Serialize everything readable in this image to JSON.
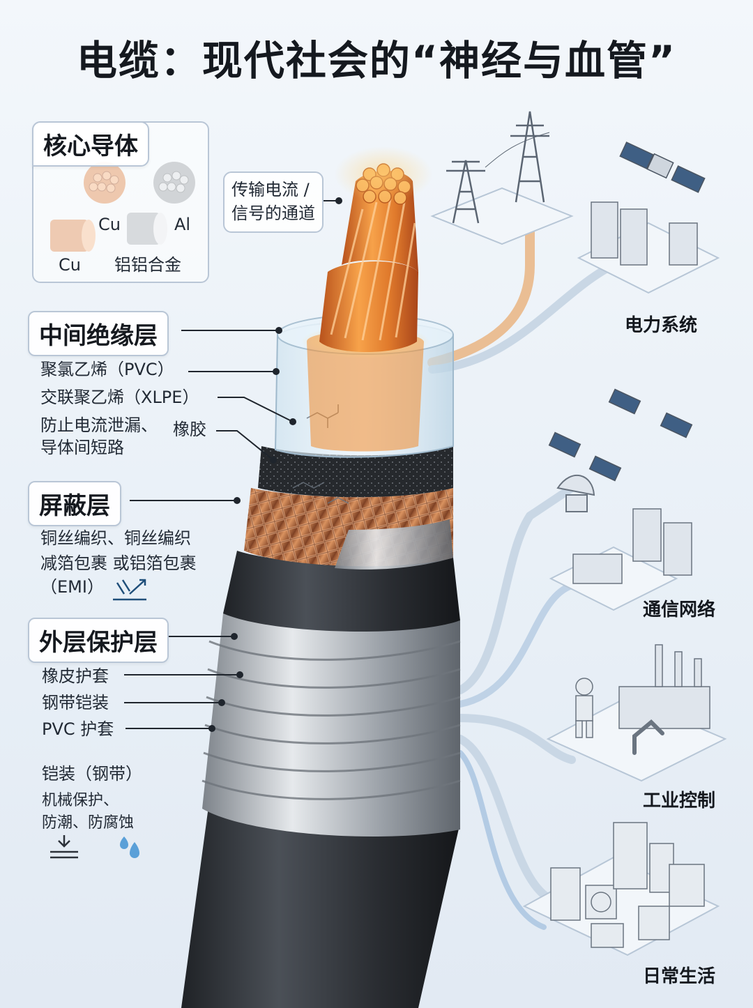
{
  "title": "电缆：现代社会的“神经与血管”",
  "core": {
    "heading": "核心导体",
    "strand_cu_label": "Cu",
    "strand_al_label": "Al",
    "rod_cu_label": "Cu",
    "alloy_label": "铝铝合金",
    "callout_line1": "传输电流 /",
    "callout_line2": "信号的通道"
  },
  "insulation": {
    "heading": "中间绝缘层",
    "pvc": "聚氯乙烯（PVC）",
    "xlpe": "交联聚乙烯（XLPE）",
    "desc_line1": "防止电流泄漏、",
    "desc_line2": "导体间短路",
    "rubber": "橡胶"
  },
  "shield": {
    "heading": "屏蔽层",
    "line1": "铜丝编织、铜丝编织",
    "line2": "减箔包裹 或铝箔包裹",
    "line3": "（EMI）"
  },
  "outer": {
    "heading": "外层保护层",
    "rubber_sheath": "橡皮护套",
    "steel_armor": "钢带铠装",
    "pvc_sheath": "PVC 护套",
    "armor_title": "铠装（钢带）",
    "armor_line1": "机械保护、",
    "armor_line2": "防潮、防腐蚀"
  },
  "domains": {
    "power": "电力系统",
    "telecom": "通信网络",
    "industry": "工业控制",
    "daily": "日常生活"
  },
  "colors": {
    "copper": "#e0823a",
    "sheath": "#2e3136",
    "steel": "#b9bec4",
    "accent_blue": "#5aa0d8"
  }
}
